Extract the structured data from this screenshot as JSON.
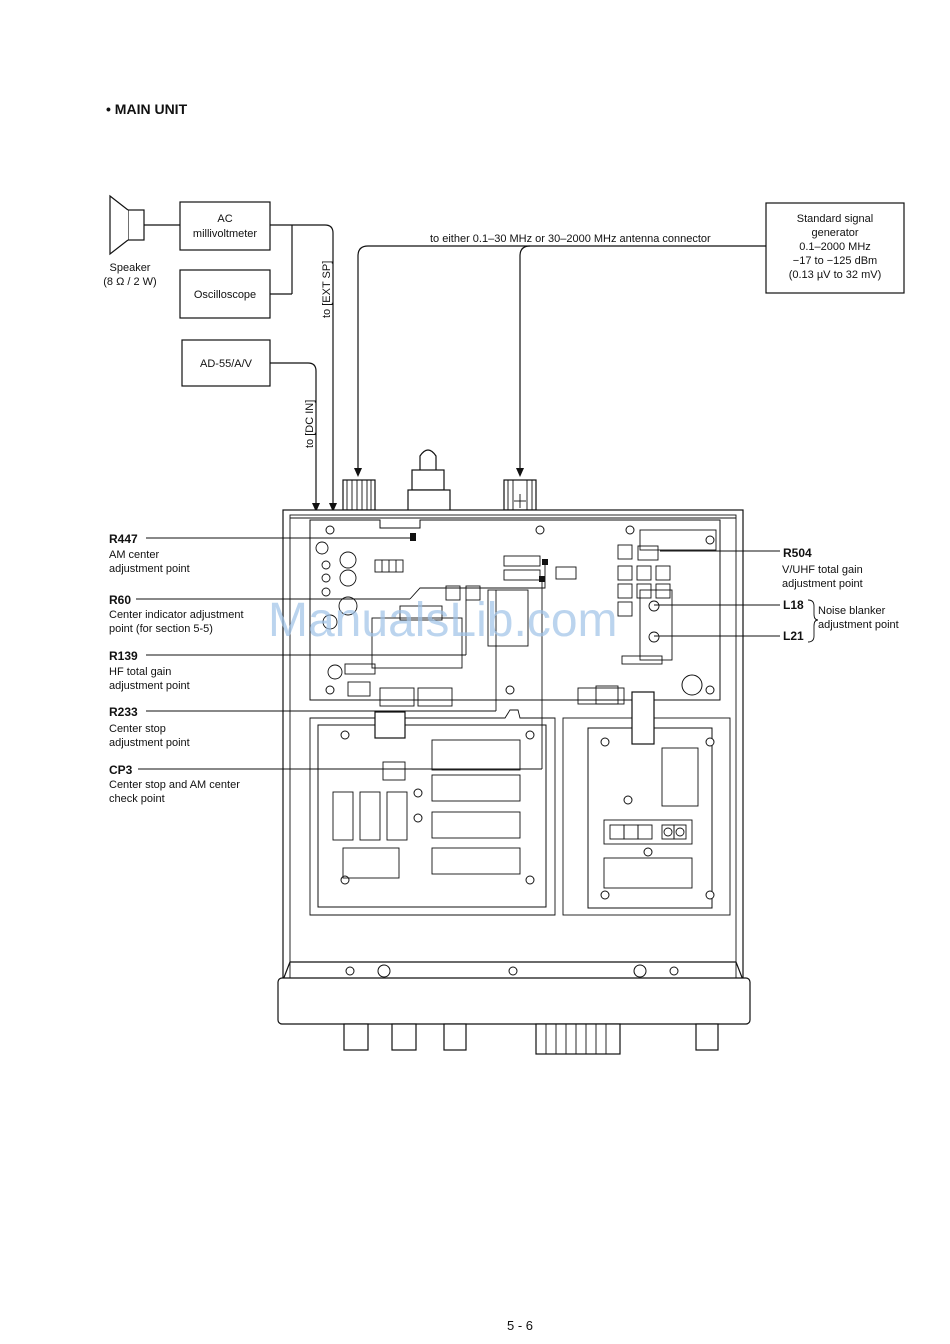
{
  "section_title": "• MAIN UNIT",
  "equipment": {
    "ac_millivoltmeter": [
      "AC",
      "millivoltmeter"
    ],
    "speaker": [
      "Speaker",
      "(8 Ω / 2 W)"
    ],
    "oscilloscope": "Oscilloscope",
    "power_supply": "AD-55/A/V",
    "signal_generator": [
      "Standard signal",
      "generator",
      "0.1–2000 MHz",
      "−17 to −125 dBm",
      "(0.13 µV to 32 mV)"
    ]
  },
  "connections": {
    "ext_sp": "to [EXT SP]",
    "dc_in": "to [DC IN]",
    "antenna": "to either 0.1–30 MHz or 30–2000 MHz antenna connector"
  },
  "callouts": [
    {
      "id": "R447",
      "desc": [
        "AM center",
        "adjustment point"
      ]
    },
    {
      "id": "R60",
      "desc": [
        "Center indicator adjustment",
        "point (for section 5-5)"
      ]
    },
    {
      "id": "R139",
      "desc": [
        "HF total gain",
        "adjustment point"
      ]
    },
    {
      "id": "R233",
      "desc": [
        "Center stop",
        "adjustment point"
      ]
    },
    {
      "id": "CP3",
      "desc": [
        "Center stop and AM center",
        "check point"
      ]
    },
    {
      "id": "R504",
      "desc": [
        "V/UHF total gain",
        "adjustment point"
      ]
    },
    {
      "id": "L18",
      "desc": []
    },
    {
      "id": "L21",
      "desc": []
    }
  ],
  "noise_blanker": [
    "Noise blanker",
    "adjustment point"
  ],
  "watermark": "ManualsLib.com",
  "page_number": "5 - 6"
}
